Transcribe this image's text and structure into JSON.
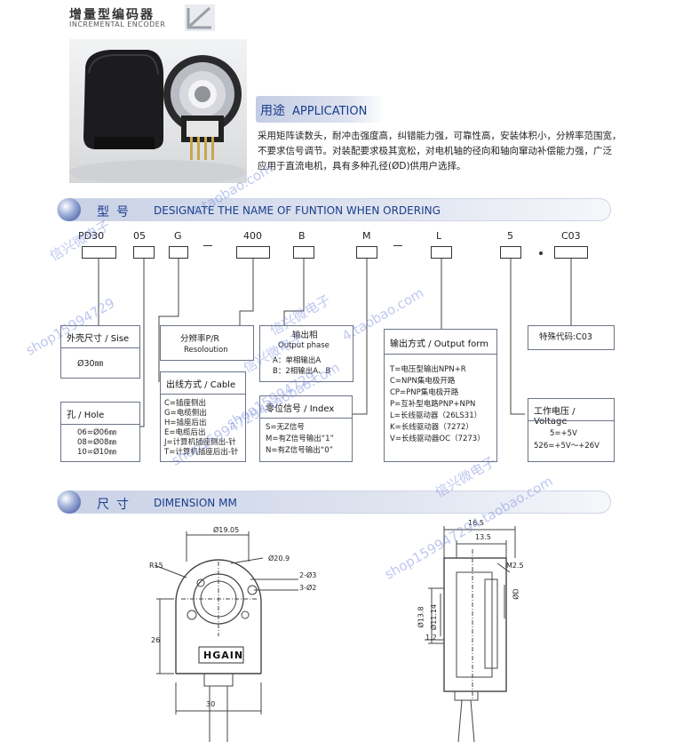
{
  "header": {
    "title": "增量型编码器",
    "subtitle": "INCREMENTAL ENCODER"
  },
  "application": {
    "title_zh": "用途",
    "title_en": "APPLICATION",
    "lines": [
      "采用矩阵读数头，耐冲击强度高，纠错能力强，可靠性高，安装体积小，分辨率范围宽，",
      "不要求信号调节。对装配要求极其宽松，对电机轴的径向和轴向窜动补偿能力强，广泛",
      "应用于直流电机，具有多种孔径(ØD)供用户选择。"
    ]
  },
  "ordering": {
    "title_zh": "型号",
    "title_en": "DESIGNATE THE NAME OF FUNTION  WHEN ORDERING",
    "codes": [
      "PD30",
      "05",
      "G",
      "400",
      "B",
      "M",
      "L",
      "5",
      "C03"
    ]
  },
  "boxes": {
    "size": {
      "title": "外壳尺寸 / Sise",
      "value": "Ø30㎜"
    },
    "hole": {
      "title": "孔 / Hole",
      "items": [
        "06=Ø06㎜",
        "08=Ø08㎜",
        "10=Ø10㎜"
      ]
    },
    "resolution": {
      "title": "分辨率P/R",
      "subtitle": "Resoloution"
    },
    "cable": {
      "title": "出线方式 / Cable",
      "items": [
        "C=插座侧出",
        "G=电缆侧出",
        "H=插座后出",
        "E=电缆后出",
        "J=计算机插座侧出-针",
        "T=计算机插座后出-针"
      ]
    },
    "phase": {
      "title": "输出相",
      "subtitle": "Output phase",
      "items": [
        "A：单相输出A",
        "B：2相输出A、B"
      ]
    },
    "index": {
      "title": "零位信号 / Index",
      "items": [
        "S=无Z信号",
        "M=有Z信号输出“1”",
        "N=有Z信号输出“0”"
      ]
    },
    "output": {
      "title": "输出方式 / Output form",
      "items": [
        "T=电压型输出NPN+R",
        "C=NPN集电极开路",
        "CP=PNP集电极开路",
        "P=互补型电路PNP+NPN",
        "L=长线驱动器（26LS31）",
        "K=长线驱动器（7272）",
        "V=长线驱动器OC（7273）"
      ]
    },
    "special": {
      "title": "特殊代码:C03"
    },
    "voltage": {
      "title": "工作电压 / Voltage",
      "items": [
        "5=+5V",
        "526=+5V～+26V"
      ]
    }
  },
  "dimension": {
    "title_zh": "尺寸",
    "title_en": "DIMENSION   MM",
    "front_labels": [
      "Ø19.05",
      "R15",
      "Ø20.9",
      "2-Ø3",
      "3-Ø2",
      "26",
      "30"
    ],
    "brand": "HGAIN",
    "side_labels": [
      "16.5",
      "13.5",
      "M2.5",
      "ØD",
      "Ø13.8",
      "Ø11.14",
      "1.2"
    ]
  },
  "watermarks": [
    "信兴微电子",
    "shop15994729",
    "4.taobao.com",
    "shop15994729",
    "4.taobao.com",
    "信兴微电子",
    "shop159947294.taobao.com",
    "信兴微电子",
    "信兴微电子",
    "shop159947294.taobao.com"
  ]
}
